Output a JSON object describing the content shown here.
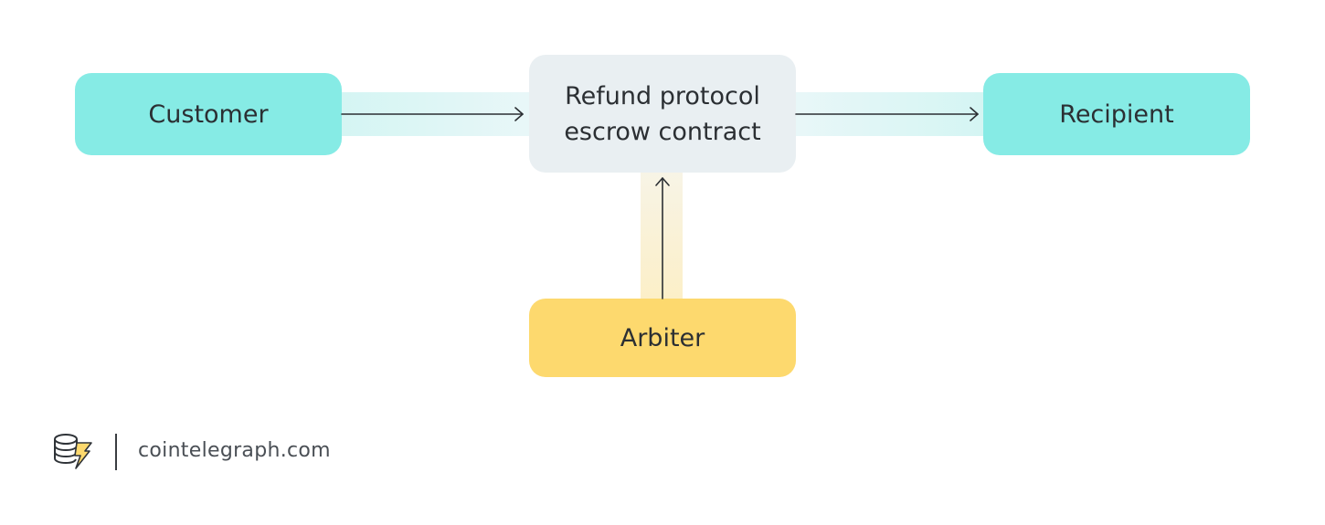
{
  "diagram": {
    "nodes": {
      "customer": "Customer",
      "escrow": "Refund protocol\nescrow contract",
      "recipient": "Recipient",
      "arbiter": "Arbiter"
    },
    "edges": [
      {
        "from": "customer",
        "to": "escrow"
      },
      {
        "from": "escrow",
        "to": "recipient"
      },
      {
        "from": "arbiter",
        "to": "escrow"
      }
    ],
    "colors": {
      "party_fill": "#86ebe5",
      "contract_fill": "#e9eff2",
      "arbiter_fill": "#fdd96e",
      "arrow": "#2b2f33"
    }
  },
  "footer": {
    "brand_text": "cointelegraph.com",
    "logo_icon": "cointelegraph-coins-lightning-icon"
  }
}
